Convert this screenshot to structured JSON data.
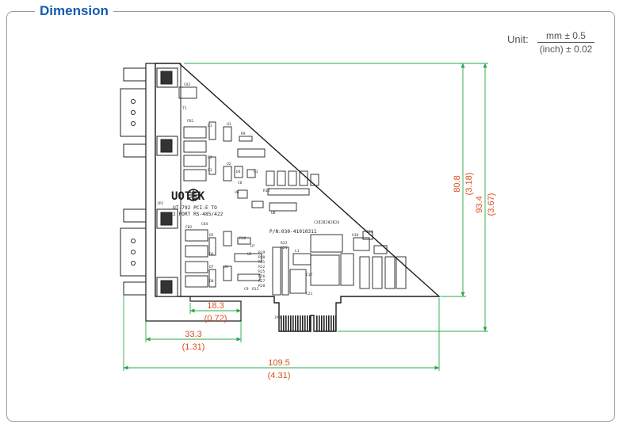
{
  "section_title": "Dimension",
  "unit": {
    "label": "Unit:",
    "numerator": "mm ± 0.5",
    "denominator": "(inch) ± 0.02"
  },
  "dimensions": {
    "bracket_tab": {
      "mm": "18.3",
      "inch": "(0.72)"
    },
    "edge_offset": {
      "mm": "33.3",
      "inch": "(1.31)"
    },
    "total_length": {
      "mm": "109.5",
      "inch": "(4.31)"
    },
    "board_height": {
      "mm": "80.8",
      "inch": "(3.18)"
    },
    "total_height": {
      "mm": "93.4",
      "inch": "(3.67)"
    }
  },
  "board": {
    "brand": "UOTEK",
    "model_line1": "UT-792 PCI-E TO",
    "model_line2": "2 PORT RS-485/422",
    "part_number": "P/N:030-41010311",
    "labels": [
      "C83",
      "T1",
      "FB1",
      "D1",
      "U1",
      "D2",
      "D3",
      "U2",
      "D4",
      "R9",
      "U3",
      "U6",
      "C6",
      "R13",
      "U8",
      "JP2",
      "C84",
      "FB2",
      "D5",
      "D6",
      "D7",
      "D8",
      "U4",
      "U5",
      "R10",
      "U7",
      "R19",
      "R20",
      "R21",
      "R22",
      "R23",
      "R24",
      "R25",
      "R26",
      "R27",
      "R28",
      "JP3",
      "L1",
      "C17",
      "C21",
      "C34",
      "U10",
      "C9",
      "R12",
      "C22",
      "C23",
      "C24",
      "C25",
      "C26"
    ]
  },
  "colors": {
    "title": "#1459b5",
    "dimension_text": "#d9501e",
    "dimension_line": "#2aa84a",
    "outline": "#1e1e1e"
  }
}
